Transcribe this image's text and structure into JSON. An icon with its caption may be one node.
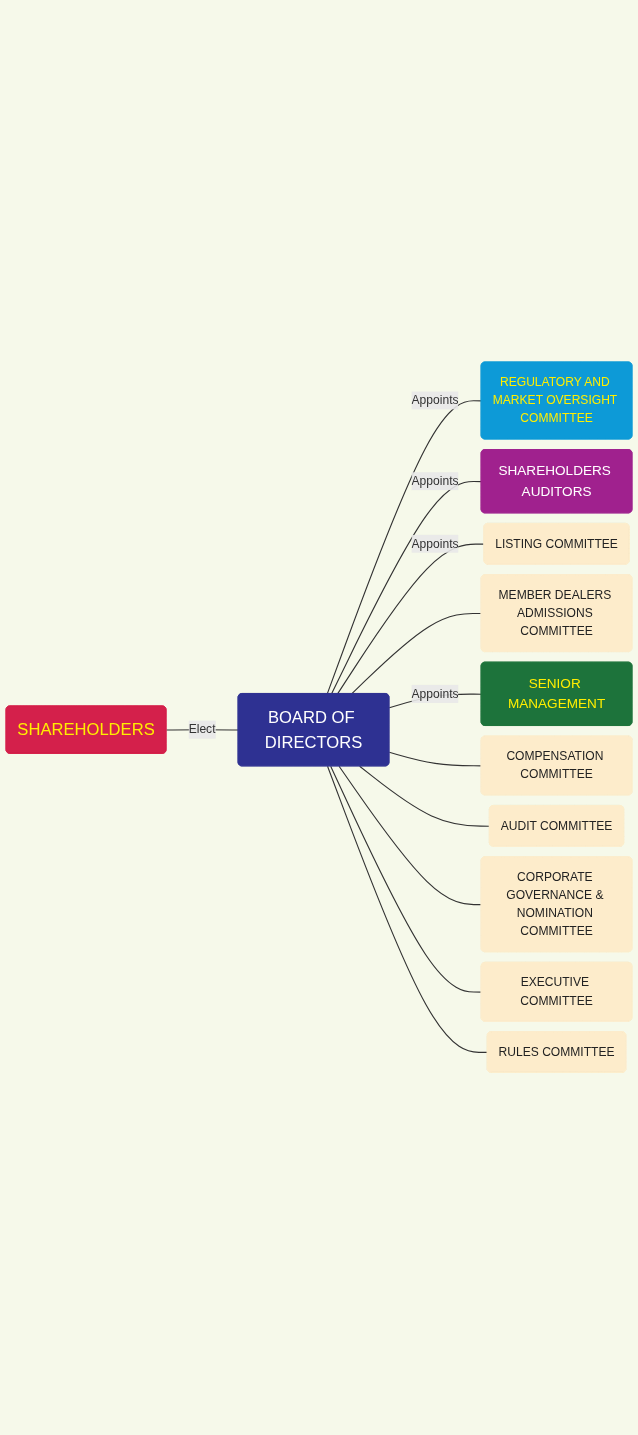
{
  "diagram": {
    "nodes": [
      {
        "text": [
          "SHAREHOLDERS"
        ]
      },
      {
        "text": [
          "BOARD OF DIRECTORS"
        ]
      },
      {
        "text": [
          "REGULATORY AND MARKET OVERSIGHT COMMITTEE"
        ]
      },
      {
        "text": [
          "SHAREHOLDERS AUDITORS"
        ]
      },
      {
        "text": [
          "LISTING COMMITTEE"
        ]
      },
      {
        "text": [
          "MEMBER DEALERS ADMISSIONS COMMITTEE"
        ]
      },
      {
        "text": [
          "SENIOR MANAGEMENT"
        ]
      },
      {
        "text": [
          "COMPENSATION COMMITTEE"
        ]
      },
      {
        "text": [
          "AUDIT COMMITTEE"
        ]
      },
      {
        "text": [
          "CORPORATE GOVERNANCE & NOMINATION COMMITTEE"
        ]
      },
      {
        "text": [
          "EXECUTIVE COMMITTEE"
        ]
      },
      {
        "text": [
          "RULES COMMITTEE"
        ]
      }
    ],
    "edges": [
      {
        "from": 0,
        "to": 1,
        "arrow": "none",
        "label": "Elect"
      },
      {
        "from": 1,
        "to": 2,
        "arrow": "none",
        "label": "Appoints"
      },
      {
        "from": 1,
        "to": 3,
        "arrow": "none",
        "label": "Appoints"
      },
      {
        "from": 1,
        "to": 4,
        "arrow": "none",
        "label": "Appoints"
      },
      {
        "from": 1,
        "to": 5,
        "arrow": "none"
      },
      {
        "from": 1,
        "to": 6,
        "arrow": "none",
        "label": "Appoints"
      },
      {
        "from": 1,
        "to": 7,
        "arrow": "none"
      },
      {
        "from": 1,
        "to": 8,
        "arrow": "none"
      },
      {
        "from": 1,
        "to": 9,
        "arrow": "none"
      },
      {
        "from": 1,
        "to": 10,
        "arrow": "none"
      },
      {
        "from": 1,
        "to": 11,
        "arrow": "none"
      }
    ]
  }
}
